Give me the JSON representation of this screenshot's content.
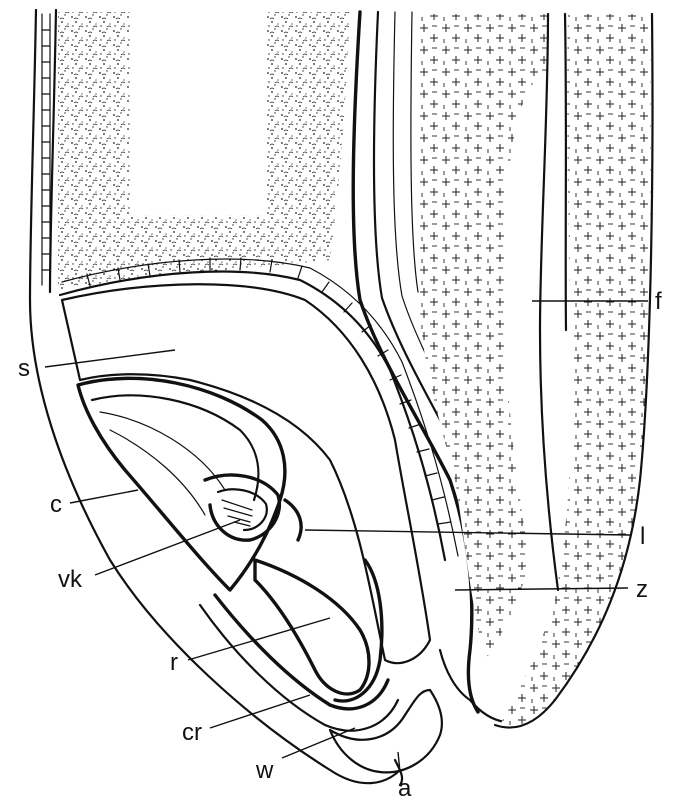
{
  "figure": {
    "labels": {
      "s": "s",
      "c": "c",
      "vk": "vk",
      "r": "r",
      "cr": "cr",
      "w": "w",
      "a": "a",
      "f": "f",
      "l": "l",
      "z": "z"
    }
  }
}
